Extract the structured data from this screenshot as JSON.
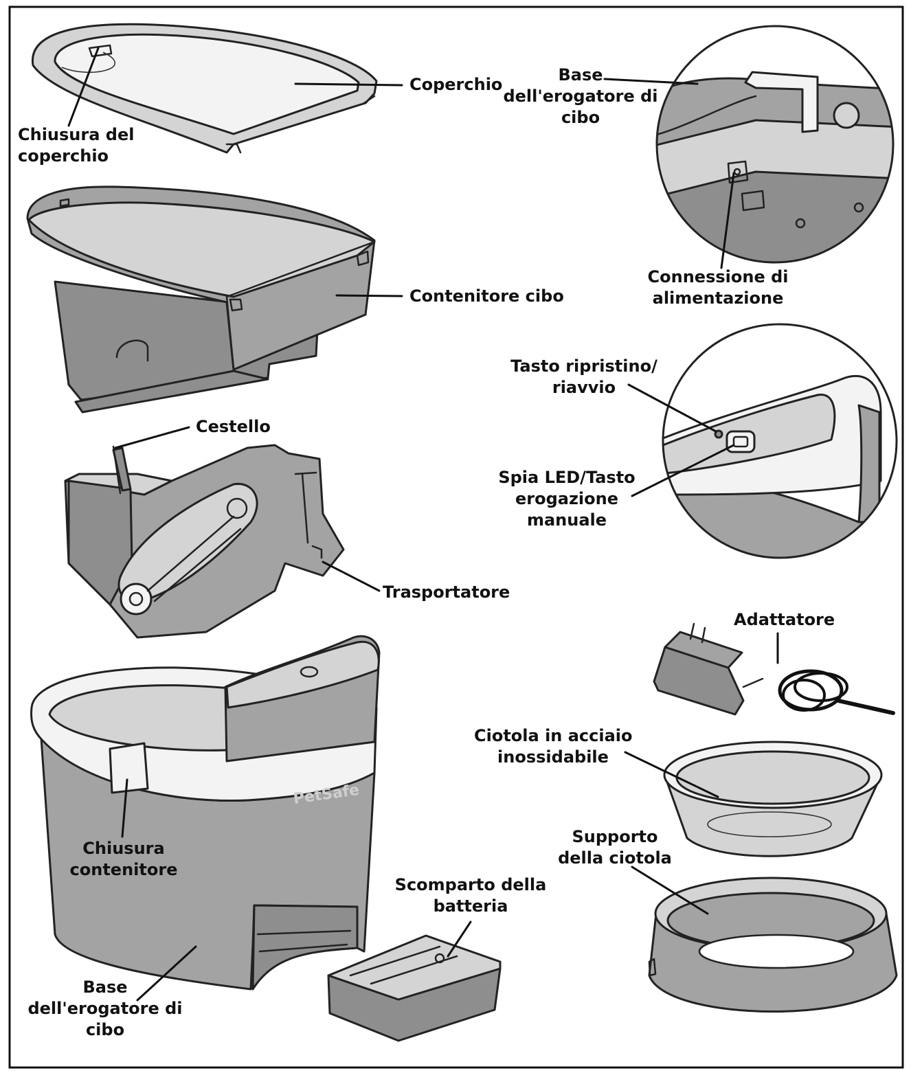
{
  "labels": {
    "coperchio": "Coperchio",
    "chiusura_coperchio": [
      "Chiusura del",
      "coperchio"
    ],
    "base_top": [
      "Base",
      "dell'erogatore di",
      "cibo"
    ],
    "contenitore_cibo": "Contenitore cibo",
    "connessione": [
      "Connessione di",
      "alimentazione"
    ],
    "tasto_ripristino": [
      "Tasto ripristino/",
      "riavvio"
    ],
    "cestello": "Cestello",
    "spia_led": [
      "Spia LED/Tasto",
      "erogazione",
      "manuale"
    ],
    "trasportatore": "Trasportatore",
    "adattatore": "Adattatore",
    "ciotola": [
      "Ciotola in acciaio",
      "inossidabile"
    ],
    "chiusura_contenitore": [
      "Chiusura",
      "contenitore"
    ],
    "supporto": [
      "Supporto",
      "della ciotola"
    ],
    "scomparto": [
      "Scomparto della",
      "batteria"
    ],
    "base_bottom": [
      "Base",
      "dell'erogatore di",
      "cibo"
    ]
  },
  "brand_logo": "PetSafe"
}
